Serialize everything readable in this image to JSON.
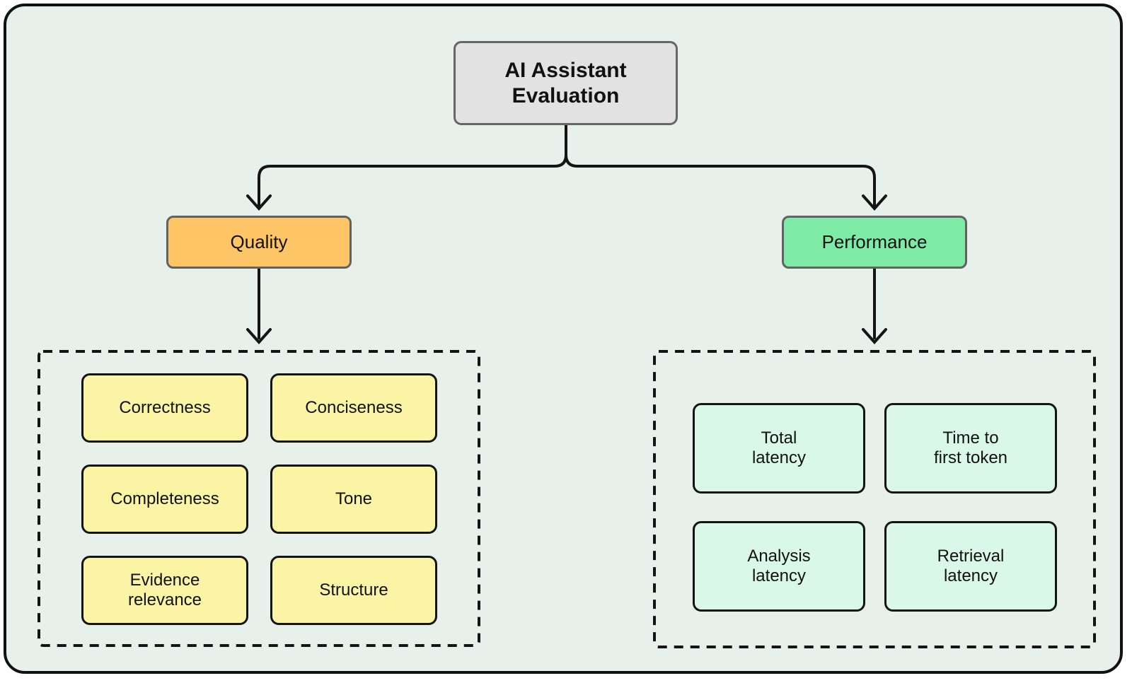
{
  "title": "AI Assistant\nEvaluation",
  "branches": {
    "quality": {
      "label": "Quality",
      "items": [
        "Correctness",
        "Conciseness",
        "Completeness",
        "Tone",
        "Evidence\nrelevance",
        "Structure"
      ]
    },
    "performance": {
      "label": "Performance",
      "items": [
        "Total\nlatency",
        "Time to\nfirst token",
        "Analysis\nlatency",
        "Retrieval\nlatency"
      ]
    }
  },
  "colors": {
    "canvas_background": "#e8f0ec",
    "frame_border": "#111111",
    "root_fill": "#e2e2e2",
    "root_border": "#666666",
    "quality_fill": "#fdc566",
    "performance_fill": "#7deaa6",
    "quality_item_fill": "#fbf4a4",
    "performance_item_fill": "#d9f8e7",
    "leaf_border": "#141414",
    "connector_line": "#141414"
  },
  "icons": {}
}
